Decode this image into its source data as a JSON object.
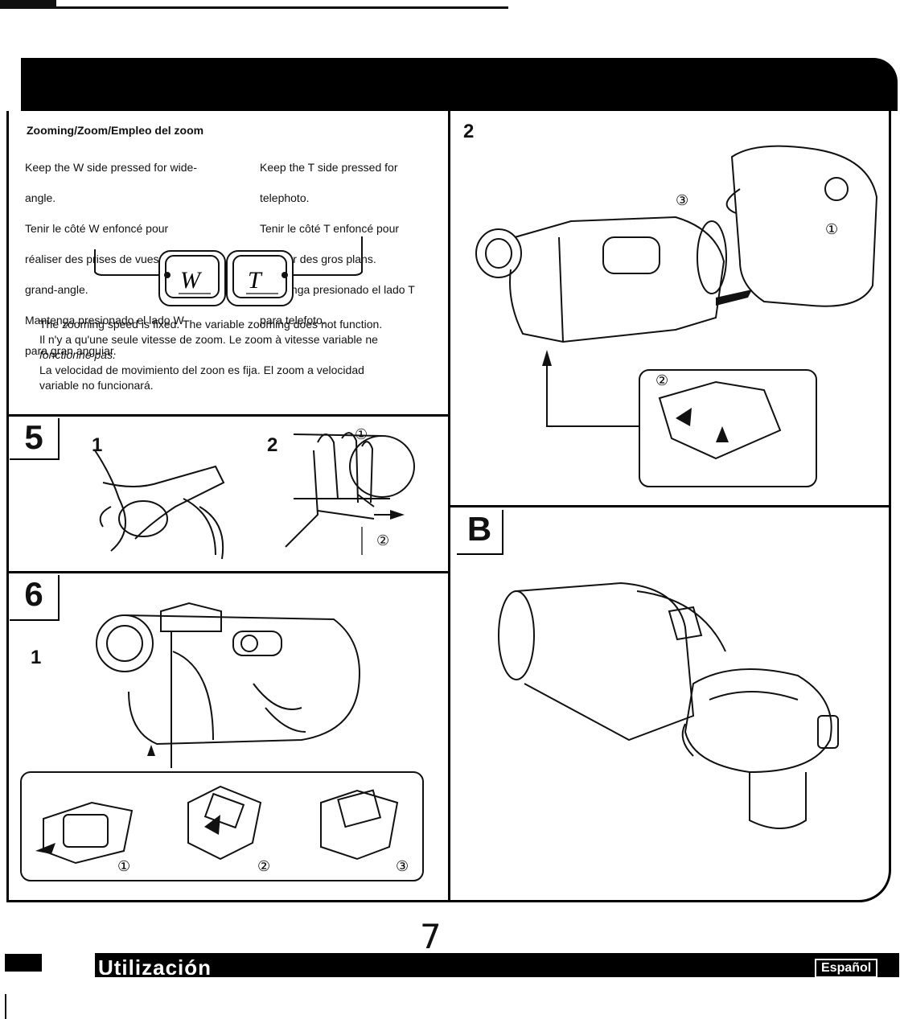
{
  "header": {
    "top_rule": "",
    "band": ""
  },
  "zoom_section": {
    "title": "Zooming/Zoom/Empleo del zoom",
    "w_text": [
      "Keep the W side pressed for wide-",
      "angle.",
      "Tenir le côté W enfoncé pour",
      "réaliser des prises de vues en",
      "grand-angle.",
      "Mantenga presionado el lado W",
      "para gran anguiar."
    ],
    "t_text": [
      "Keep the T side pressed for",
      "telephoto.",
      "Tenir le côté T enfoncé pour",
      "réaliser des gros plans.",
      "Mantenga presionado el lado T",
      "para telefoto."
    ],
    "switch_w": "W",
    "switch_t": "T",
    "speed_text": [
      "The zooming speed is fixed.  The variable zooming does not function.",
      "Il n'y a qu'une seule vitesse de zoom.  Le zoom à vitesse variable ne",
      "fonctionne pas.",
      "La velocidad de movimiento del zoon es fija.  El zoom a velocidad",
      "variable no funcionará."
    ]
  },
  "section5": {
    "badge": "5",
    "step1": "1",
    "step2": "2",
    "c1": "①",
    "c2": "②"
  },
  "section6": {
    "badge": "6",
    "step1": "1",
    "c1": "①",
    "c2": "②",
    "c3": "③"
  },
  "section2": {
    "step": "2",
    "c1": "①",
    "c2": "②",
    "c3": "③"
  },
  "sectionB": {
    "badge": "B"
  },
  "footer": {
    "page_number": "7",
    "title": "Utilización",
    "language": "Español"
  }
}
